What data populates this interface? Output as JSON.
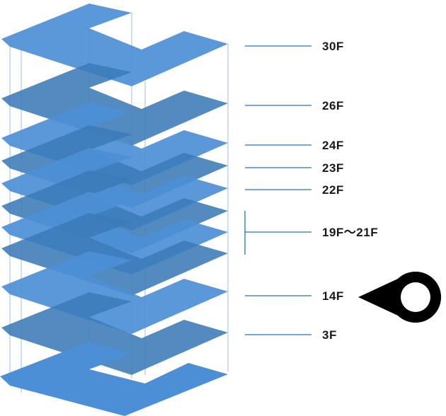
{
  "floors": [
    {
      "label": "30F",
      "selected": false
    },
    {
      "label": "26F",
      "selected": false
    },
    {
      "label": "24F",
      "selected": false
    },
    {
      "label": "23F",
      "selected": false
    },
    {
      "label": "22F",
      "selected": false
    },
    {
      "label": "19F〜21F",
      "selected": false
    },
    {
      "label": "14F",
      "selected": true
    },
    {
      "label": "3F",
      "selected": false
    }
  ],
  "colors": {
    "slab_light": "#4d8fd6",
    "slab_dark": "#3b7bb8",
    "leader_line": "#2d6fb3",
    "marker": "#000000",
    "column_line": "#9fbfe6"
  },
  "icons": {
    "current_floor_marker": "location-pin-icon"
  }
}
